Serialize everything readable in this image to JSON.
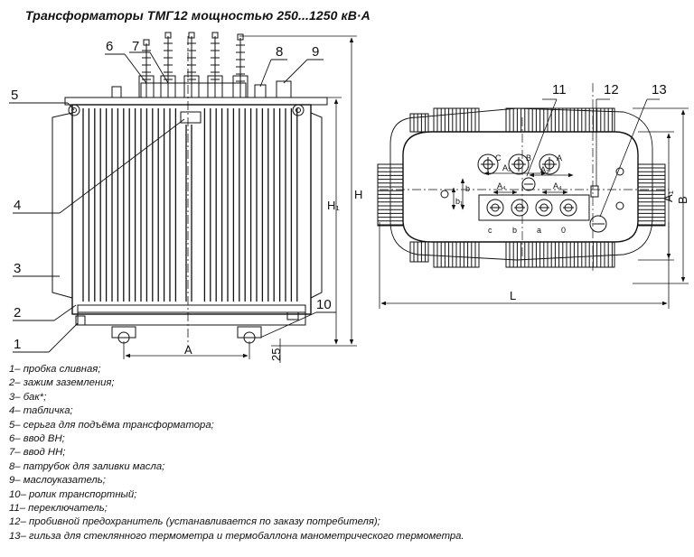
{
  "title": "Трансформаторы ТМГ12 мощностью 250...1250 кВ·А",
  "callouts": [
    "1",
    "2",
    "3",
    "4",
    "5",
    "6",
    "7",
    "8",
    "9",
    "10",
    "11",
    "12",
    "13"
  ],
  "dimensions": {
    "H": "H",
    "H1": "H₁",
    "A": "A",
    "mm25": "25",
    "L": "L",
    "B": "B",
    "A1": "A₁",
    "A2": "A₂",
    "A3": "A₃",
    "A4": "A₄",
    "b": "b",
    "b1": "b₁"
  },
  "terminals": {
    "hv": [
      "C",
      "B",
      "A"
    ],
    "lv": [
      "c",
      "b",
      "a",
      "0"
    ]
  },
  "legend": [
    "1– пробка сливная;",
    "2– зажим заземления;",
    "3– бак*;",
    "4– табличка;",
    "5– серьга для подъёма трансформатора;",
    "6– ввод ВН;",
    "7– ввод НН;",
    "8– патрубок для заливки масла;",
    "9– маслоуказатель;",
    "10– ролик транспортный;",
    "11– переключатель;",
    "12– пробивной предохранитель (устанавливается по заказу потребителя);",
    "13– гильза для стеклянного термометра и термобаллона манометрического термометра."
  ]
}
